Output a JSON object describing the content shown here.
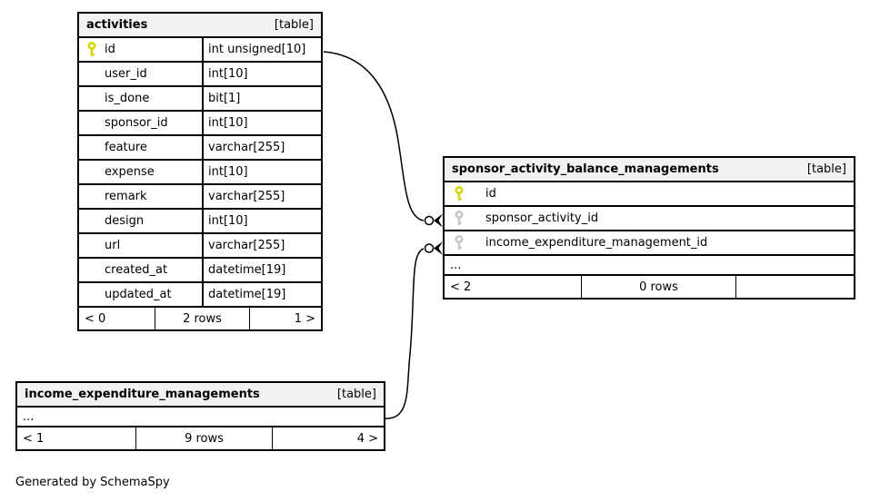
{
  "diagram": {
    "caption": "Generated by SchemaSpy",
    "colors": {
      "background": "#ffffff",
      "header_bg": "#f2f2f2",
      "border": "#000000",
      "primary_key": "#d6d600",
      "foreign_key": "#c6c6c6"
    }
  },
  "tables": {
    "activities": {
      "title": "activities",
      "tag": "[table]",
      "rows": [
        {
          "name": "id",
          "type": "int unsigned[10]",
          "key": "primary"
        },
        {
          "name": "user_id",
          "type": "int[10]",
          "key": ""
        },
        {
          "name": "is_done",
          "type": "bit[1]",
          "key": ""
        },
        {
          "name": "sponsor_id",
          "type": "int[10]",
          "key": ""
        },
        {
          "name": "feature",
          "type": "varchar[255]",
          "key": ""
        },
        {
          "name": "expense",
          "type": "int[10]",
          "key": ""
        },
        {
          "name": "remark",
          "type": "varchar[255]",
          "key": ""
        },
        {
          "name": "design",
          "type": "int[10]",
          "key": ""
        },
        {
          "name": "url",
          "type": "varchar[255]",
          "key": ""
        },
        {
          "name": "created_at",
          "type": "datetime[19]",
          "key": ""
        },
        {
          "name": "updated_at",
          "type": "datetime[19]",
          "key": ""
        }
      ],
      "footer": {
        "left": "< 0",
        "center": "2 rows",
        "right": "1 >"
      }
    },
    "sponsor_activity_balance_managements": {
      "title": "sponsor_activity_balance_managements",
      "tag": "[table]",
      "rows": [
        {
          "name": "id",
          "key": "primary"
        },
        {
          "name": "sponsor_activity_id",
          "key": "foreign"
        },
        {
          "name": "income_expenditure_management_id",
          "key": "foreign"
        }
      ],
      "ellipsis": "...",
      "footer": {
        "left": "< 2",
        "center": "0 rows",
        "right": ""
      }
    },
    "income_expenditure_managements": {
      "title": "income_expenditure_managements",
      "tag": "[table]",
      "ellipsis": "...",
      "footer": {
        "left": "< 1",
        "center": "9 rows",
        "right": "4 >"
      }
    }
  }
}
